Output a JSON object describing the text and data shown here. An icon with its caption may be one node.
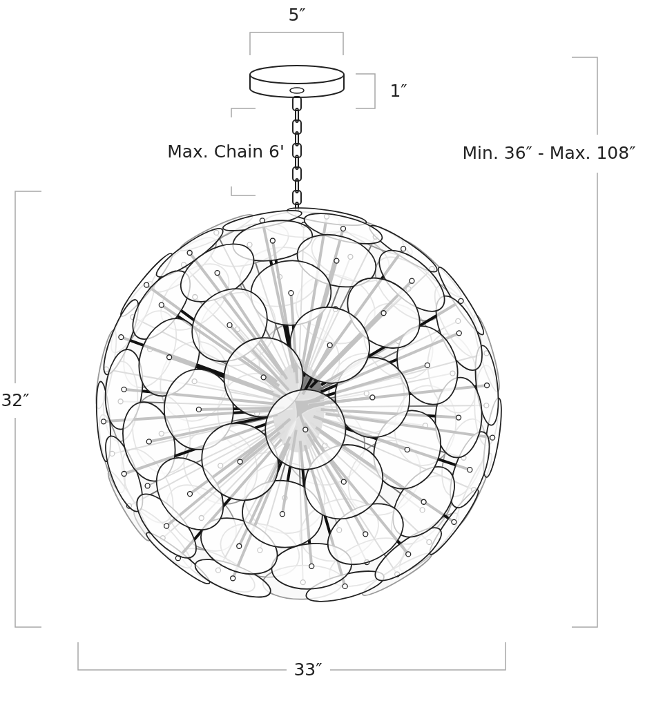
{
  "diagram": {
    "labels": [
      "5″",
      "1″",
      "Max. Chain 6'",
      "Min. 36″ - Max. 108″",
      "32″",
      "33″"
    ]
  }
}
